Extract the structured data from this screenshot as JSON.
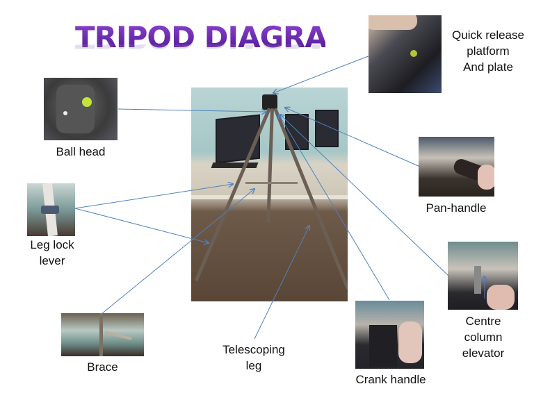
{
  "title": "TRIPOD DIAGRAM",
  "colors": {
    "title_purple": "#6a2aa8",
    "arrow_blue": "#4f81bd",
    "label_text": "#111111"
  },
  "main_photo": {
    "alt": "Tripod standing in computer room"
  },
  "parts": [
    {
      "id": "quick-release",
      "label_lines": [
        "Quick release",
        "platform",
        "And plate"
      ]
    },
    {
      "id": "ball-head",
      "label_lines": [
        "Ball head"
      ]
    },
    {
      "id": "pan-handle",
      "label_lines": [
        "Pan-handle"
      ]
    },
    {
      "id": "leg-lock-lever",
      "label_lines": [
        "Leg lock",
        "lever"
      ]
    },
    {
      "id": "centre-column-elevator",
      "label_lines": [
        "Centre",
        "column",
        "elevator"
      ]
    },
    {
      "id": "brace",
      "label_lines": [
        "Brace"
      ]
    },
    {
      "id": "telescoping-leg",
      "label_lines": [
        "Telescoping",
        "leg"
      ]
    },
    {
      "id": "crank-handle",
      "label_lines": [
        "Crank handle"
      ]
    }
  ]
}
